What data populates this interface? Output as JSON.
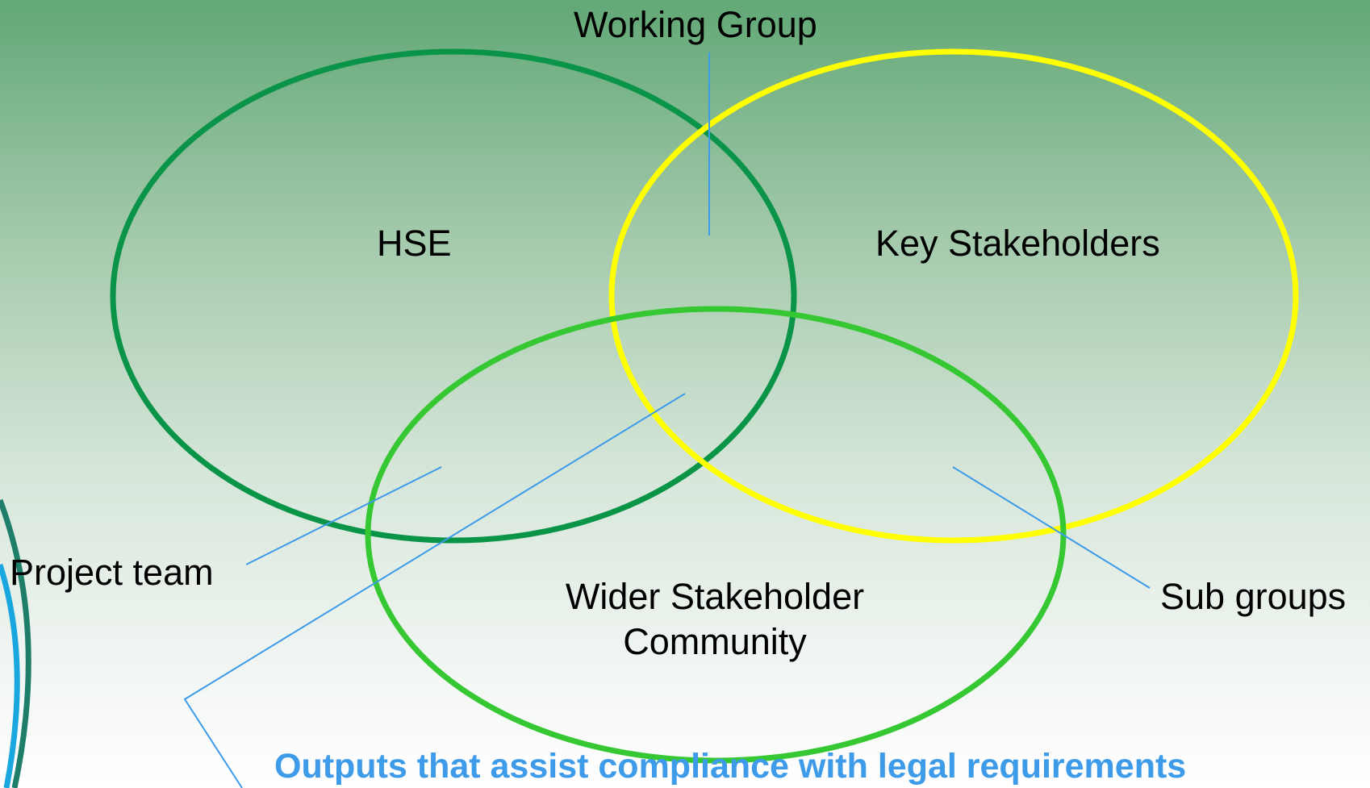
{
  "diagram": {
    "title": "Working Group",
    "circles": {
      "hse": "HSE",
      "key_stakeholders": "Key Stakeholders",
      "wider_line1": "Wider Stakeholder",
      "wider_line2": "Community"
    },
    "callouts": {
      "project_team": "Project team",
      "sub_groups": "Sub groups"
    },
    "outputs_note": "Outputs that assist compliance with legal requirements",
    "colors": {
      "hse_ring": "#0a9448",
      "key_ring": "#ffff00",
      "wider_ring": "#36c832",
      "connector": "#3d9be9",
      "outputs_text": "#3d9be9"
    }
  }
}
